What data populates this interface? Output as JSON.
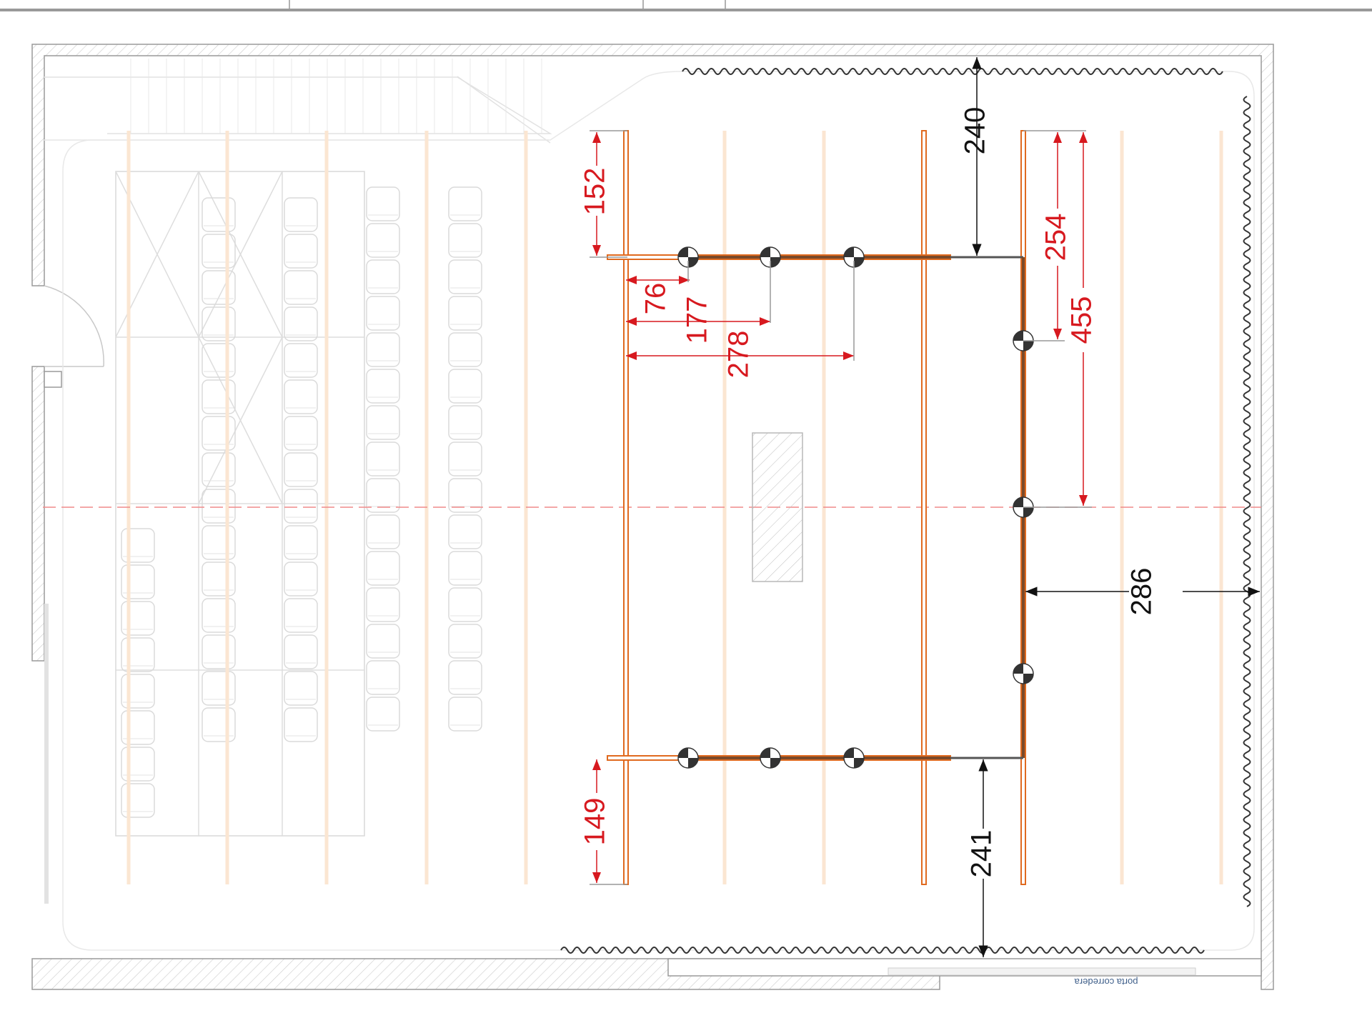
{
  "drawing": {
    "colors": {
      "dimension": "#d7191f",
      "structure": "#e06a1f",
      "structure_faint": "#f6d6b8",
      "wall_hatch": "#c8c8c8",
      "seats": "#d8d8d8",
      "axis": "#f08a8a",
      "fixture": "#333333"
    },
    "dimensions": {
      "d152": "152",
      "d76": "76",
      "d177": "177",
      "d278": "278",
      "d149": "149",
      "d240": "240",
      "d254": "254",
      "d455": "455",
      "d286": "286",
      "d241": "241"
    },
    "labels": {
      "sliding_door": "porta corredera"
    },
    "icons": {
      "light": "spotlight-icon",
      "curtain": "curtain-wave"
    }
  }
}
